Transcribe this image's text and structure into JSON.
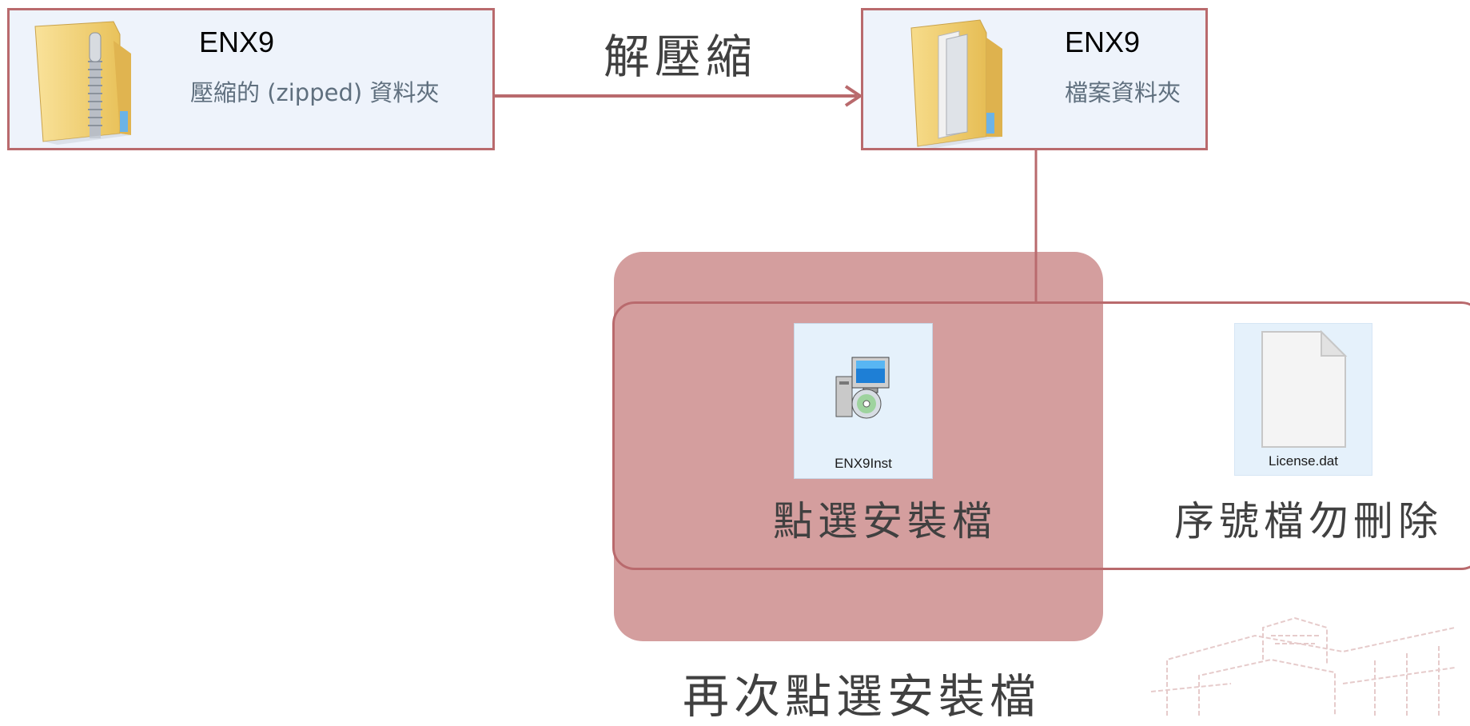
{
  "source_folder": {
    "name": "ENX9",
    "type": "壓縮的 (zipped) 資料夾"
  },
  "arrow_label": "解壓縮",
  "dest_folder": {
    "name": "ENX9",
    "type": "檔案資料夾"
  },
  "files": [
    {
      "name": "ENX9Inst",
      "icon": "installer-icon",
      "caption": "點選安裝檔"
    },
    {
      "name": "License.dat",
      "icon": "blank-file-icon",
      "caption": "序號檔勿刪除"
    }
  ],
  "highlight_caption": "再次點選安裝檔",
  "colors": {
    "border": "#b96a6d",
    "highlight": "#d49e9e",
    "folder_bg": "#eef3fb",
    "tile_bg": "#e5f1fb"
  }
}
